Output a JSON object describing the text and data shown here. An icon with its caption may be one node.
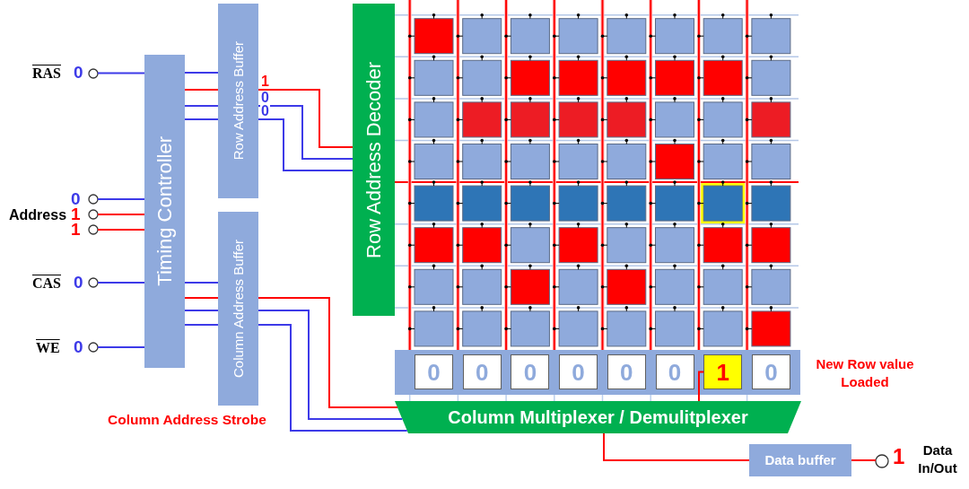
{
  "diagram": {
    "nodes": [
      {
        "text": [],
        "shape": "circle",
        "beside": [
          "RAS",
          "0"
        ]
      },
      {
        "text": [],
        "shape": "circle",
        "beside": [
          "0"
        ]
      },
      {
        "text": [],
        "shape": "circle",
        "beside": [
          "1"
        ]
      },
      {
        "text": [],
        "shape": "circle",
        "beside": [
          "1"
        ]
      },
      {
        "text": [],
        "shape": "circle",
        "beside": [
          "CAS",
          "0"
        ]
      },
      {
        "text": [],
        "shape": "circle",
        "beside": [
          "WE",
          "0"
        ]
      },
      {
        "text": [
          "Timing Controller"
        ]
      },
      {
        "text": [
          "Row Address Buffer"
        ]
      },
      {
        "text": [
          "Column Address Buffer"
        ]
      },
      {
        "text": [
          "Row Address Decoder"
        ]
      },
      {
        "text": [],
        "shape": "bar",
        "beside": [
          "New Row value Loaded"
        ]
      },
      {
        "text": [
          "0"
        ],
        "in": 10
      },
      {
        "text": [
          "0"
        ],
        "in": 10
      },
      {
        "text": [
          "0"
        ],
        "in": 10
      },
      {
        "text": [
          "0"
        ],
        "in": 10
      },
      {
        "text": [
          "0"
        ],
        "in": 10
      },
      {
        "text": [
          "0"
        ],
        "in": 10
      },
      {
        "text": [
          "1"
        ],
        "in": 10
      },
      {
        "text": [
          "0"
        ],
        "in": 10
      },
      {
        "text": [
          "Column Multiplexer / Demulitplexer"
        ]
      },
      {
        "text": [
          "Data buffer"
        ]
      },
      {
        "text": [],
        "shape": "circle",
        "beside": [
          "1",
          "Data In/Out"
        ]
      }
    ],
    "edges": [
      {
        "from": 0,
        "to": 6,
        "arrow": "none"
      },
      {
        "from": 1,
        "to": 6,
        "arrow": "none"
      },
      {
        "from": 2,
        "to": 6,
        "arrow": "none",
        "color": "#ff0000"
      },
      {
        "from": 3,
        "to": 6,
        "arrow": "none",
        "color": "#ff0000"
      },
      {
        "from": 4,
        "to": 6,
        "arrow": "none"
      },
      {
        "from": 5,
        "to": 6,
        "arrow": "none"
      },
      {
        "from": 6,
        "to": 7,
        "arrow": "none"
      },
      {
        "from": 6,
        "to": 7,
        "arrow": "none",
        "color": "#ff0000"
      },
      {
        "from": 6,
        "to": 7,
        "arrow": "none"
      },
      {
        "from": 6,
        "to": 7,
        "arrow": "none"
      },
      {
        "from": 7,
        "to": 9,
        "arrow": "none",
        "label": "1",
        "color": "#ff0000"
      },
      {
        "from": 7,
        "to": 9,
        "arrow": "none",
        "label": "0"
      },
      {
        "from": 7,
        "to": 9,
        "arrow": "none",
        "label": "0"
      },
      {
        "from": 6,
        "to": 8,
        "arrow": "none"
      },
      {
        "from": 6,
        "to": 8,
        "arrow": "none",
        "color": "#ff0000"
      },
      {
        "from": 6,
        "to": 8,
        "arrow": "none"
      },
      {
        "from": 6,
        "to": 8,
        "arrow": "none"
      },
      {
        "from": 8,
        "to": 19,
        "arrow": "none",
        "color": "#ff0000"
      },
      {
        "from": 8,
        "to": 19,
        "arrow": "none"
      },
      {
        "from": 8,
        "to": 19,
        "arrow": "none"
      },
      {
        "from": 17,
        "to": 19,
        "arrow": "none",
        "color": "#ff0000"
      },
      {
        "from": 19,
        "to": 20,
        "arrow": "none",
        "color": "#ff0000"
      },
      {
        "from": 20,
        "to": 21,
        "arrow": "none",
        "color": "#ff0000"
      }
    ],
    "labels": [
      "Address",
      "Column Address Strobe"
    ]
  }
}
